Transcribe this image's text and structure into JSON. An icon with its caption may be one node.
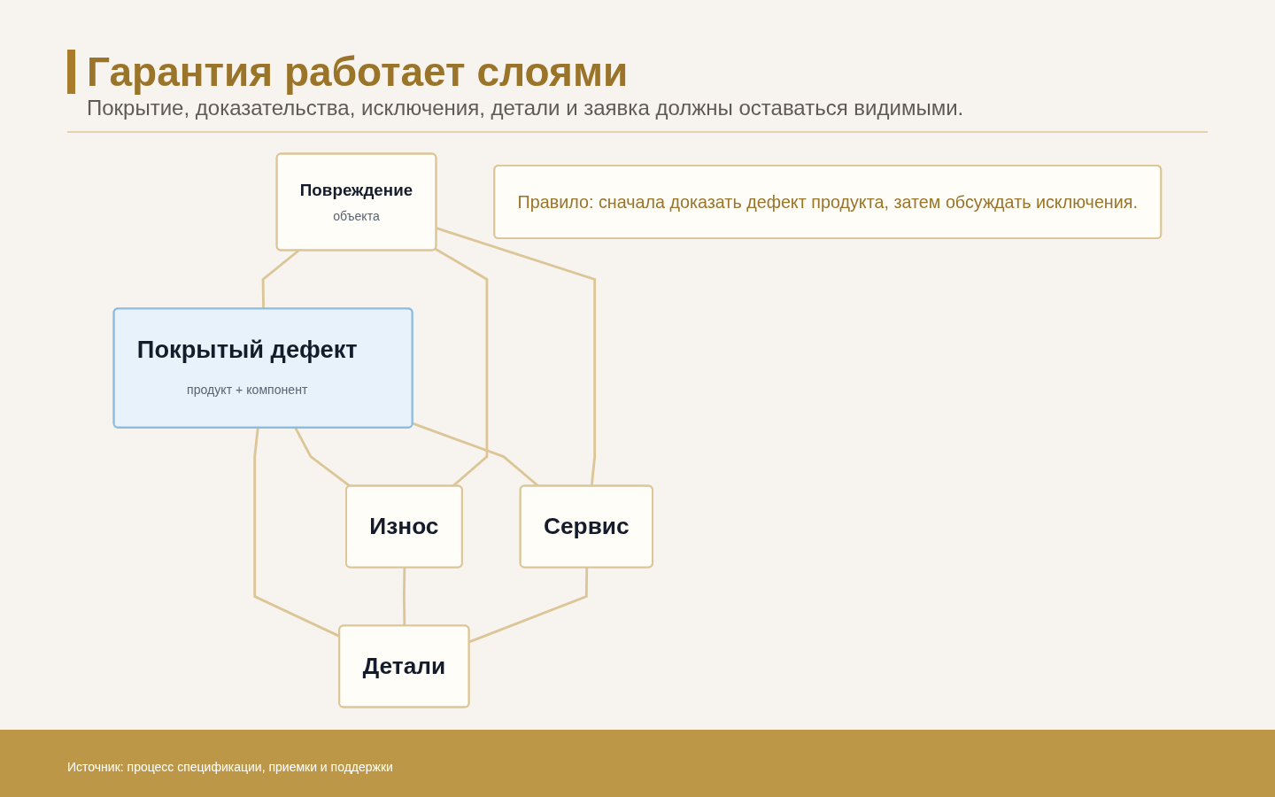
{
  "diagram": {
    "title": "Гарантия работает слоями",
    "nodes": [
      {
        "text": [
          "Повреждение",
          "объекта"
        ]
      },
      {
        "text": [
          "Износ"
        ]
      },
      {
        "text": [
          "Покрытый дефект",
          "продукт + компонент"
        ]
      },
      {
        "text": [
          "Сервис"
        ]
      },
      {
        "text": [
          "Детали"
        ]
      },
      {
        "text": [
          "Правило: сначала доказать дефект продукта, затем обсуждать исключения."
        ]
      }
    ],
    "edges": [
      {
        "from": 0,
        "to": 2,
        "arrow": "none"
      },
      {
        "from": 2,
        "to": 1,
        "arrow": "none"
      },
      {
        "from": 2,
        "to": 3,
        "arrow": "none"
      },
      {
        "from": 2,
        "to": 4,
        "arrow": "none"
      },
      {
        "from": 0,
        "to": 1,
        "arrow": "none"
      },
      {
        "from": 1,
        "to": 4,
        "arrow": "none"
      },
      {
        "from": 3,
        "to": 4,
        "arrow": "none"
      },
      {
        "from": 0,
        "to": 3,
        "arrow": "none"
      }
    ],
    "labels": [
      "Покрытие, доказательства, исключения, детали и заявка должны оставаться видимыми.",
      "Источник: процесс спецификации, приемки и поддержки"
    ]
  }
}
